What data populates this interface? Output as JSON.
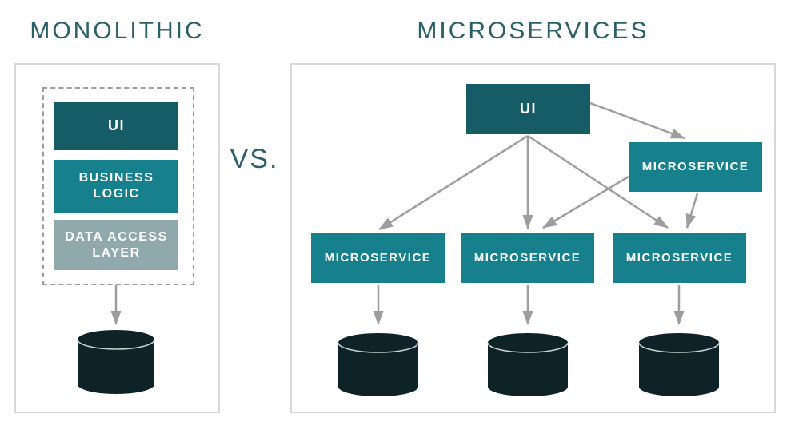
{
  "titles": {
    "left": "MONOLITHIC",
    "vs": "VS.",
    "right": "MICROSERVICES"
  },
  "monolith": {
    "layers": [
      {
        "id": "ui",
        "label": "UI"
      },
      {
        "id": "business-logic",
        "label": "BUSINESS\nLOGIC"
      },
      {
        "id": "data-access-layer",
        "label": "DATA ACCESS\nLAYER"
      }
    ],
    "edges": [
      {
        "from": "monolith-container",
        "to": "database"
      }
    ]
  },
  "microservices": {
    "ui_label": "UI",
    "gateway_label": "MICROSERVICE",
    "services": [
      "MICROSERVICE",
      "MICROSERVICE",
      "MICROSERVICE"
    ],
    "edges": [
      {
        "from": "ui",
        "to": "microservice-top"
      },
      {
        "from": "ui",
        "to": "microservice-1"
      },
      {
        "from": "ui",
        "to": "microservice-2"
      },
      {
        "from": "ui",
        "to": "microservice-3"
      },
      {
        "from": "microservice-top",
        "to": "microservice-2"
      },
      {
        "from": "microservice-top",
        "to": "microservice-3"
      },
      {
        "from": "microservice-1",
        "to": "database-1"
      },
      {
        "from": "microservice-2",
        "to": "database-2"
      },
      {
        "from": "microservice-3",
        "to": "database-3"
      }
    ]
  },
  "colors": {
    "dark_teal": "#155C66",
    "teal": "#17808D",
    "muted_teal": "#8FA9AD",
    "database": "#0E2328",
    "arrow": "#9D9D9D",
    "title_text": "#2B606B",
    "panel_border": "#D8D8D8",
    "dashed_border": "#9E9E9E"
  }
}
